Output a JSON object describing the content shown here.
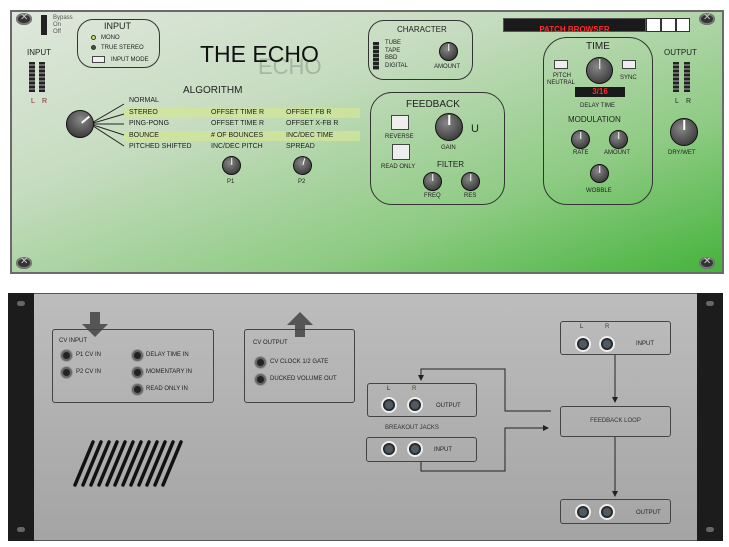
{
  "front": {
    "bypass": {
      "labels": [
        "Bypass",
        "On",
        "Off"
      ]
    },
    "input_section": {
      "title": "INPUT",
      "mono": "MONO",
      "true_stereo": "TRUE STEREO",
      "input_mode": "INPUT MODE"
    },
    "input_meter": {
      "title": "INPUT",
      "l": "L",
      "r": "R"
    },
    "device_title": "THE ECHO",
    "device_ghost": "ECHO",
    "algorithm": {
      "title": "ALGORITHM",
      "rows": [
        {
          "name": "NORMAL",
          "p1": "",
          "p2": ""
        },
        {
          "name": "STEREO",
          "p1": "OFFSET TIME R",
          "p2": "OFFSET FB R"
        },
        {
          "name": "PING-PONG",
          "p1": "OFFSET TIME R",
          "p2": "OFFSET X-FB R"
        },
        {
          "name": "BOUNCE",
          "p1": "# OF BOUNCES",
          "p2": "INC/DEC TIME"
        },
        {
          "name": "PITCHED SHIFTED",
          "p1": "INC/DEC PITCH",
          "p2": "SPREAD"
        }
      ],
      "p1": "P1",
      "p2": "P2"
    },
    "character": {
      "title": "CHARACTER",
      "options": [
        "TUBE",
        "TAPE",
        "BBD",
        "DIGITAL"
      ],
      "amount": "AMOUNT"
    },
    "feedback": {
      "title": "FEEDBACK",
      "reverse": "REVERSE",
      "read_only": "READ ONLY",
      "gain": "GAIN",
      "u": "U",
      "filter": "FILTER",
      "freq": "FREQ",
      "res": "RES"
    },
    "patch_browser": "PATCH BROWSER",
    "time": {
      "title": "TIME",
      "pitch_neutral_1": "PITCH",
      "pitch_neutral_2": "NEUTRAL",
      "sync": "SYNC",
      "display": "3/16",
      "delay_time": "DELAY TIME",
      "modulation": "MODULATION",
      "rate": "RATE",
      "amount": "AMOUNT",
      "wobble": "WOBBLE"
    },
    "output": {
      "title": "OUTPUT",
      "l": "L",
      "r": "R",
      "dry_wet": "DRY/WET"
    }
  },
  "back": {
    "cv_input": {
      "title": "CV INPUT",
      "jacks": [
        "P1 CV IN",
        "P2 CV IN",
        "DELAY TIME IN",
        "MOMENTARY IN",
        "READ ONLY IN"
      ]
    },
    "cv_output": {
      "title": "CV OUTPUT",
      "jacks": [
        "CV CLOCK 1/2 GATE",
        "DUCKED VOLUME OUT"
      ]
    },
    "audio_input": {
      "l": "L",
      "r": "R",
      "label": "INPUT"
    },
    "breakout_output": {
      "l": "L",
      "r": "R",
      "label": "OUTPUT"
    },
    "breakout_title": "BREAKOUT JACKS",
    "breakout_input": {
      "label": "INPUT"
    },
    "feedback_loop": "FEEDBACK LOOP",
    "audio_output": {
      "label": "OUTPUT"
    }
  },
  "colors": {
    "display_red": "#ff2a2a",
    "panel_green": "#45b33c"
  }
}
